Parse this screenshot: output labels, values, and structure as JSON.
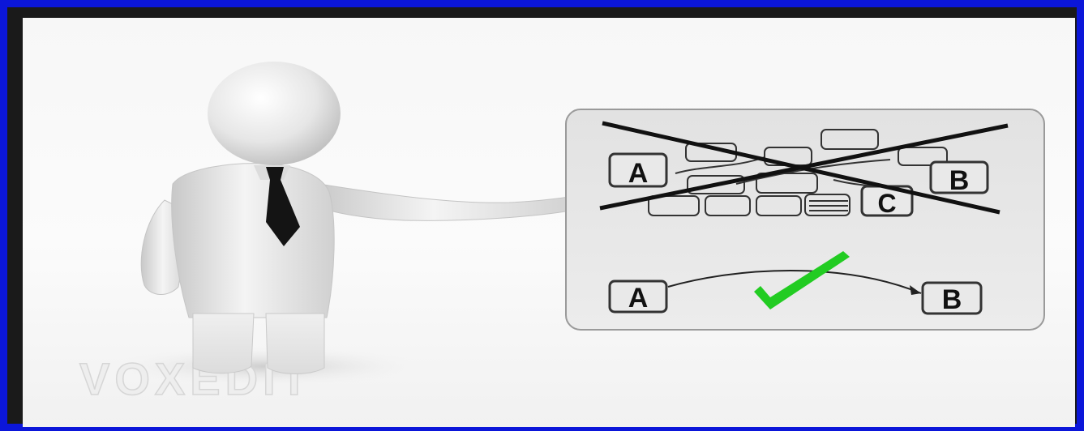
{
  "scene": {
    "frame_color": "#0b16d9",
    "check_color": "#22cc22"
  },
  "board": {
    "top": {
      "box_a": "A",
      "box_b": "B",
      "box_c": "C"
    },
    "bottom": {
      "box_a": "A",
      "box_b": "B"
    }
  },
  "watermark": {
    "text": "VOXEDIT"
  }
}
